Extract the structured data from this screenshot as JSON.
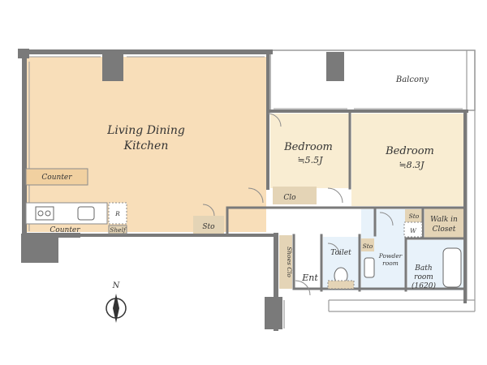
{
  "colors": {
    "ldk": "#F8DEB9",
    "bedroom": "#F9EDD2",
    "service": "#E8F2FA",
    "storage": "#E4D4B6",
    "wall": "#7A7A7A",
    "balcony": "#FFFFFF"
  },
  "rooms": {
    "ldk_line1": "Living Dining",
    "ldk_line2": "Kitchen",
    "bed1_name": "Bedroom",
    "bed1_size": "≒5.5J",
    "bed2_name": "Bedroom",
    "bed2_size": "≒8.3J",
    "balcony": "Balcony",
    "counter_upper": "Counter",
    "counter_lower": "Counter",
    "shelf": "Shelf",
    "refrigerator": "R",
    "sto_hall": "Sto",
    "clo": "Clo",
    "shoes_clo": "Shoes Clo",
    "ent": "Ent",
    "toilet": "Toilet",
    "sto_toilet": "Sto",
    "powder_line1": "Powder",
    "powder_line2": "room",
    "sto_wic": "Sto",
    "washer": "W",
    "wic_line1": "Walk in",
    "wic_line2": "Closet",
    "bath_line1": "Bath",
    "bath_line2": "room",
    "bath_line3": "(1620)",
    "north": "N"
  }
}
